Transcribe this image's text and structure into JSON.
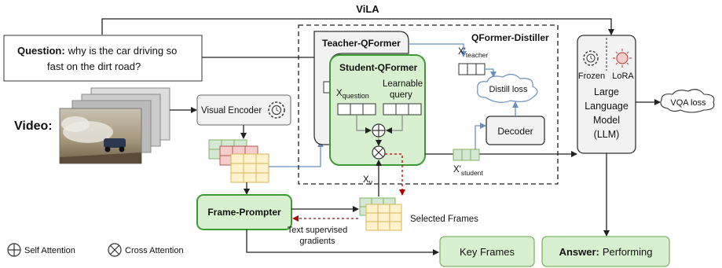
{
  "title": "ViLA",
  "question": {
    "label": "Question:",
    "text_line1": "why is the car driving so",
    "text_line2": "fast on the dirt road?"
  },
  "video_label": "Video:",
  "visual_encoder": "Visual Encoder",
  "teacher": "Teacher-QFormer",
  "distiller": "QFormer-Distiller",
  "student": "Student-QFormer",
  "x_question_base": "X",
  "x_question_sub": "question",
  "learnable_query_line1": "Learnable",
  "learnable_query_line2": "query",
  "xv_base": "X",
  "xv_sub": "v",
  "x_teacher_base": "X'",
  "x_teacher_sub": "teacher",
  "x_student_base": "X'",
  "x_student_sub": "student",
  "distill_loss": "Distill loss",
  "decoder": "Decoder",
  "frozen": "Frozen",
  "lora": "LoRA",
  "llm_line1": "Large",
  "llm_line2": "Language",
  "llm_line3": "Model",
  "llm_line4": "(LLM)",
  "vqa_loss": "VQA loss",
  "frame_prompter": "Frame-Prompter",
  "selected_frames": "Selected Frames",
  "text_grad_line1": "Text supervised",
  "text_grad_line2": "gradients",
  "key_frames": "Key Frames",
  "answer_label": "Answer:",
  "answer_text": "Performing",
  "legend_self": "Self Attention",
  "legend_cross": "Cross Attention",
  "colors": {
    "green_border": "#3d9b35",
    "green_fill": "#d9f0d0",
    "blue_arrow": "#6c8ebf",
    "token_green": "#d5e8d4",
    "token_pink": "#f8cecc",
    "token_yellow": "#fff2cc",
    "red_arrow": "#b20000"
  }
}
